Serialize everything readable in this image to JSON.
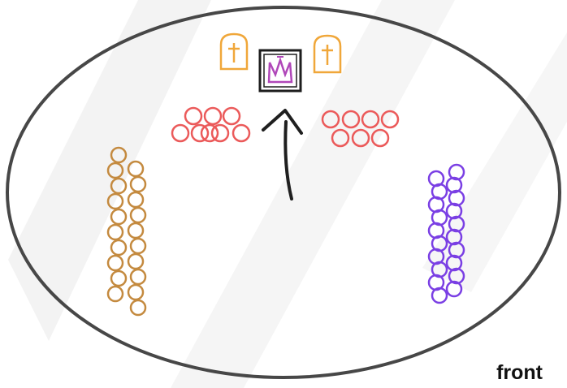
{
  "colors": {
    "arena_stroke": "#474747",
    "tomb": "#f0a73a",
    "throne_frame": "#1d1d1d",
    "throne_crown": "#b047b9",
    "red_group": "#eb5a5a",
    "brown_group": "#c48a3f",
    "purple_group": "#7a3fe4",
    "arrow": "#1f1f1f",
    "watermark": "#f1f1f1"
  },
  "icons": {
    "left_marker": "tombstone-cross-icon",
    "right_marker": "tombstone-cross-icon",
    "center_marker": "throne-crown-icon"
  },
  "groups": {
    "red_left_count": 8,
    "red_right_count": 7,
    "brown_left_count": 20,
    "purple_right_count": 20
  },
  "front_label": "front"
}
